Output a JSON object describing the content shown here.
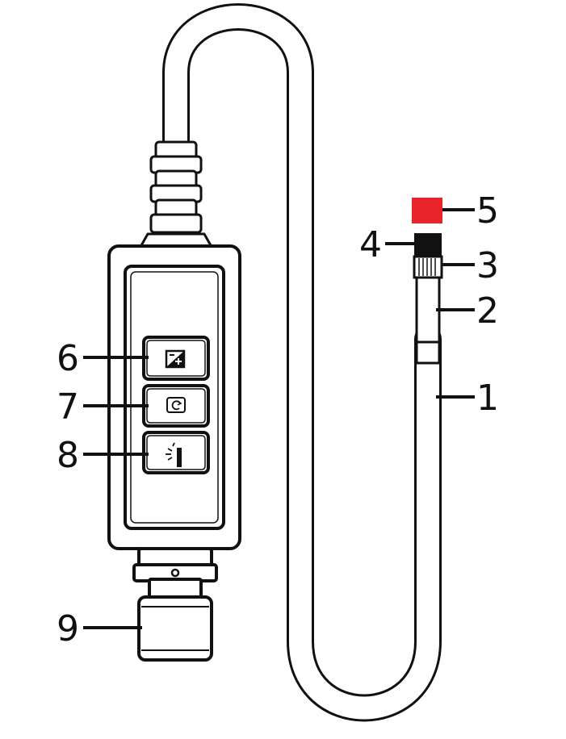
{
  "callouts": [
    {
      "id": "1",
      "label": "1"
    },
    {
      "id": "2",
      "label": "2"
    },
    {
      "id": "3",
      "label": "3"
    },
    {
      "id": "4",
      "label": "4"
    },
    {
      "id": "5",
      "label": "5"
    },
    {
      "id": "6",
      "label": "6"
    },
    {
      "id": "7",
      "label": "7"
    },
    {
      "id": "8",
      "label": "8"
    },
    {
      "id": "9",
      "label": "9"
    }
  ],
  "colors": {
    "outline": "#111111",
    "body_fill": "#f2f2f2",
    "button_fill": "#e9e9e9",
    "cap_black": "#111111",
    "cap_red": "#e8232a"
  },
  "icons": {
    "button_6": "exposure-plus-icon",
    "button_7": "rotate-icon",
    "button_8": "light-icon"
  }
}
